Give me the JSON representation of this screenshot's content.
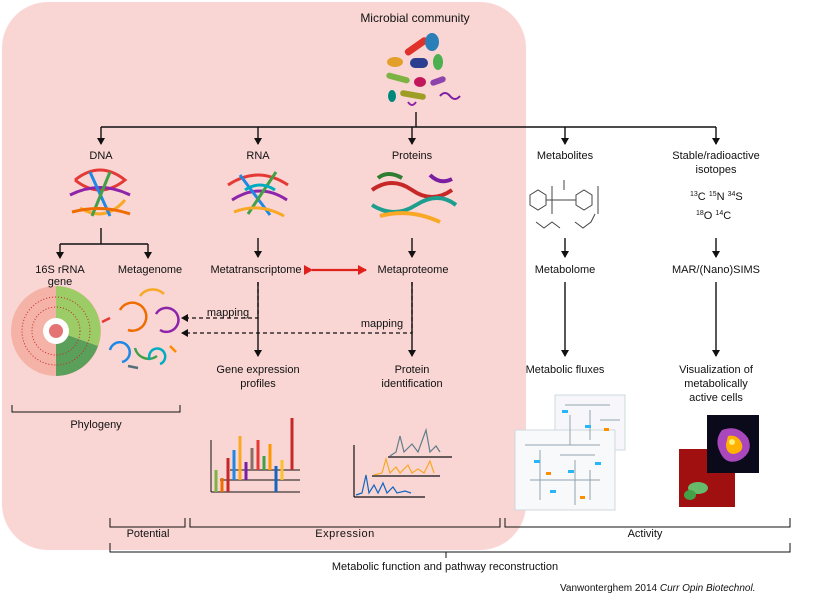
{
  "top": {
    "title": "Microbial community"
  },
  "branches": {
    "dna": "DNA",
    "rna": "RNA",
    "proteins": "Proteins",
    "metabolites": "Metabolites",
    "isotopes_line1": "Stable/radioactive",
    "isotopes_line2": "isotopes",
    "isotope_symbols": [
      "C",
      "N",
      "S",
      "O",
      "C"
    ],
    "isotope_masses": [
      "13",
      "15",
      "34",
      "18",
      "14"
    ]
  },
  "level2": {
    "rrna_line1": "16S rRNA",
    "rrna_line2": "gene",
    "metagenome": "Metagenome",
    "metatranscriptome": "Metatranscriptome",
    "metaproteome": "Metaproteome",
    "metabolome": "Metabolome",
    "nanosims": "MAR/(Nano)SIMS"
  },
  "mapping": {
    "label1": "mapping",
    "label2": "mapping"
  },
  "level3": {
    "gene_expr_line1": "Gene expression",
    "gene_expr_line2": "profiles",
    "protein_id_line1": "Protein",
    "protein_id_line2": "identification",
    "fluxes": "Metabolic fluxes",
    "vis_line1": "Visualization of",
    "vis_line2": "metabolically",
    "vis_line3": "active cells"
  },
  "groups": {
    "phylogeny": "Phylogeny",
    "potential": "Potential",
    "expression": "Expression",
    "activity": "Activity",
    "bottom": "Metabolic function and pathway reconstruction"
  },
  "credit": {
    "author": "Vanwonterghem 2014 ",
    "journal": "Curr Opin Biotechnol."
  },
  "colors": {
    "region": "#f9d6d4",
    "red_arrow": "#e0201b",
    "line": "#111111"
  }
}
